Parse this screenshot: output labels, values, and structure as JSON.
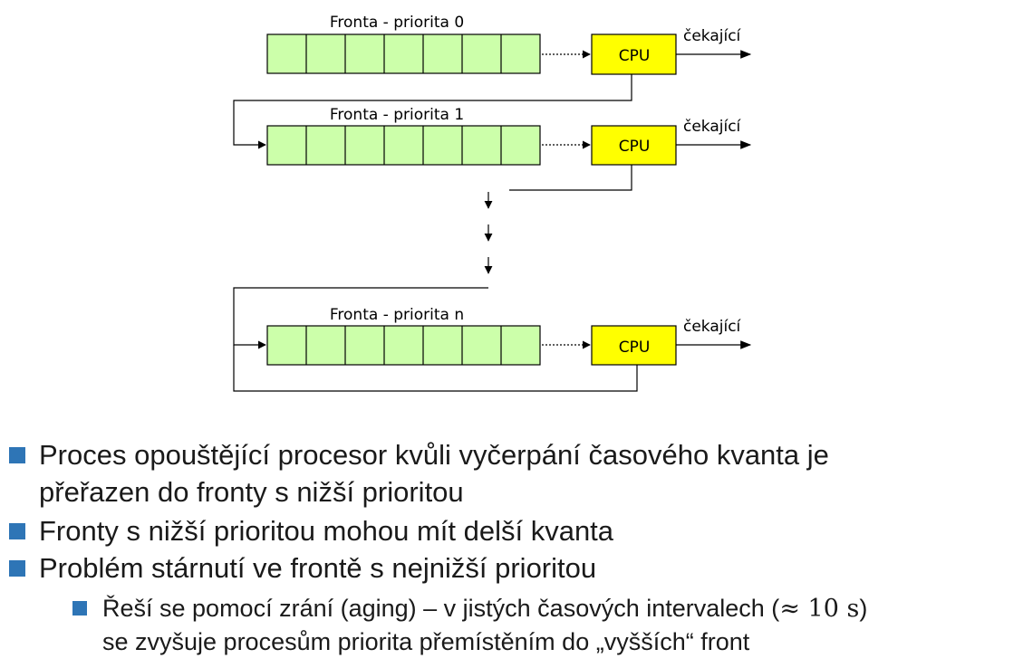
{
  "diagram": {
    "queues": [
      {
        "label": "Fronta - priorita 0",
        "cpu": "CPU",
        "out": "čekající"
      },
      {
        "label": "Fronta - priorita 1",
        "cpu": "CPU",
        "out": "čekající"
      },
      {
        "label": "Fronta - priorita n",
        "cpu": "CPU",
        "out": "čekající"
      }
    ],
    "colors": {
      "slot_fill": "#ccffaa",
      "cpu_fill": "#ffff00",
      "bullet": "#2e75b6"
    }
  },
  "bullets": [
    {
      "line1": "Proces opouštějící procesor kvůli vyčerpání časového kvanta je",
      "line2": "přeřazen do fronty s nižší prioritou"
    },
    {
      "text": "Fronty s nižší prioritou mohou mít delší kvanta"
    },
    {
      "text": "Problém stárnutí ve frontě s nejnižší prioritou"
    }
  ],
  "subbullet": {
    "line1_start": "Řeší se pomocí zrání (aging) – v jistých časových intervalech (",
    "math": "≈ 10 s",
    "line1_end": ")",
    "line2": "se zvyšuje procesům priorita přemístěním do „vyšších“ front"
  }
}
